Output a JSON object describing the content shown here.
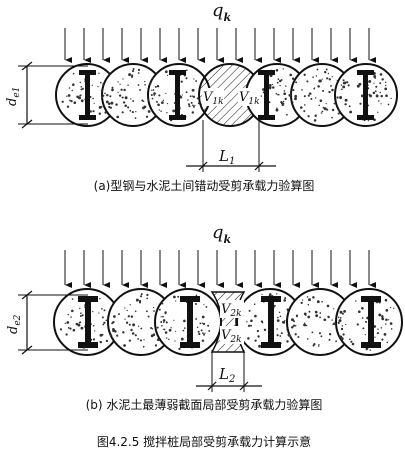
{
  "diagram_a": {
    "load_label": "q",
    "load_sub": "k",
    "depth_label": "d",
    "depth_sub": "e1",
    "shear_left_label": "V",
    "shear_left_sub": "1k",
    "shear_right_label": "V",
    "shear_right_sub": "1k",
    "length_label": "L",
    "length_sub": "1",
    "caption": "(a)型钢与水泥土间错动受剪承载力验算图"
  },
  "diagram_b": {
    "load_label": "q",
    "load_sub": "k",
    "depth_label": "d",
    "depth_sub": "e2",
    "shear_top_label": "V",
    "shear_top_sub": "2k",
    "shear_bottom_label": "V",
    "shear_bottom_sub": "2k",
    "length_label": "L",
    "length_sub": "2",
    "caption": "(b) 水泥土最薄弱截面局部受剪承载力验算图"
  },
  "figure_caption": "图4.2.5 搅拌桩局部受剪承载力计算示意",
  "colors": {
    "ink": "#111111",
    "background": "#ffffff"
  }
}
